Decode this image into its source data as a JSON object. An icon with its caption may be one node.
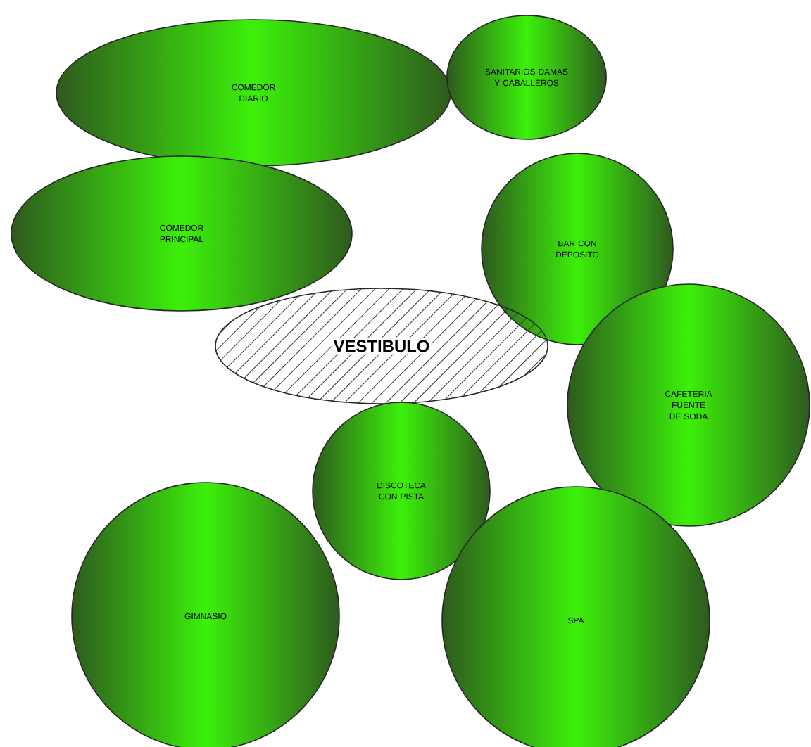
{
  "diagram": {
    "nodes": [
      {
        "text": [
          "COMEDOR DIARIO"
        ]
      },
      {
        "text": [
          "SANITARIOS DAMAS Y CABALLEROS"
        ]
      },
      {
        "text": [
          "COMEDOR PRINCIPAL"
        ]
      },
      {
        "text": [
          "BAR CON DEPOSITO"
        ]
      },
      {
        "text": [
          "VESTIBULO"
        ]
      },
      {
        "text": [
          "CAFETERIA FUENTE DE SODA"
        ]
      },
      {
        "text": [
          "DISCOTECA CON PISTA"
        ]
      },
      {
        "text": [
          "GIMNASIO"
        ]
      },
      {
        "text": [
          "SPA"
        ]
      }
    ]
  }
}
